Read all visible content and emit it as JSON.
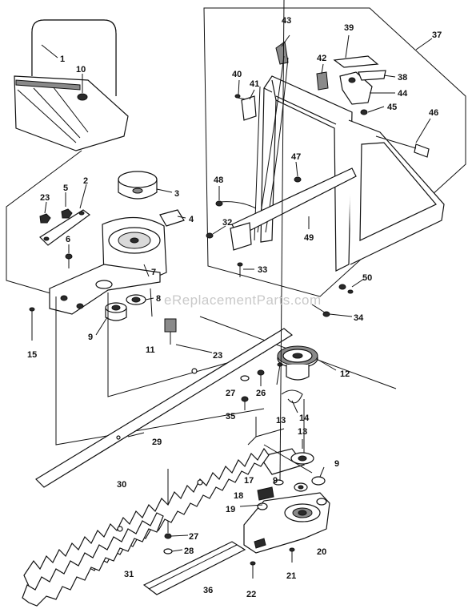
{
  "watermark": "eReplacementParts.com",
  "callouts": [
    {
      "id": "c1",
      "text": "1"
    },
    {
      "id": "c10",
      "text": "10"
    },
    {
      "id": "c2",
      "text": "2"
    },
    {
      "id": "c3",
      "text": "3"
    },
    {
      "id": "c4",
      "text": "4"
    },
    {
      "id": "c5",
      "text": "5"
    },
    {
      "id": "c23a",
      "text": "23"
    },
    {
      "id": "c6",
      "text": "6"
    },
    {
      "id": "c7",
      "text": "7"
    },
    {
      "id": "c8",
      "text": "8"
    },
    {
      "id": "c9a",
      "text": "9"
    },
    {
      "id": "c11",
      "text": "11"
    },
    {
      "id": "c15",
      "text": "15"
    },
    {
      "id": "c23b",
      "text": "23"
    },
    {
      "id": "c12",
      "text": "12"
    },
    {
      "id": "c27a",
      "text": "27"
    },
    {
      "id": "c26",
      "text": "26"
    },
    {
      "id": "c35",
      "text": "35"
    },
    {
      "id": "c13a",
      "text": "13"
    },
    {
      "id": "c14",
      "text": "14"
    },
    {
      "id": "c29",
      "text": "29"
    },
    {
      "id": "c13b",
      "text": "13"
    },
    {
      "id": "c9b",
      "text": "9"
    },
    {
      "id": "c17",
      "text": "17"
    },
    {
      "id": "c9c",
      "text": "9"
    },
    {
      "id": "c18",
      "text": "18"
    },
    {
      "id": "c19",
      "text": "19"
    },
    {
      "id": "c30",
      "text": "30"
    },
    {
      "id": "c27b",
      "text": "27"
    },
    {
      "id": "c28",
      "text": "28"
    },
    {
      "id": "c31",
      "text": "31"
    },
    {
      "id": "c20",
      "text": "20"
    },
    {
      "id": "c21",
      "text": "21"
    },
    {
      "id": "c36",
      "text": "36"
    },
    {
      "id": "c22",
      "text": "22"
    },
    {
      "id": "c43",
      "text": "43"
    },
    {
      "id": "c39",
      "text": "39"
    },
    {
      "id": "c37",
      "text": "37"
    },
    {
      "id": "c42",
      "text": "42"
    },
    {
      "id": "c40",
      "text": "40"
    },
    {
      "id": "c41",
      "text": "41"
    },
    {
      "id": "c38",
      "text": "38"
    },
    {
      "id": "c44",
      "text": "44"
    },
    {
      "id": "c45",
      "text": "45"
    },
    {
      "id": "c46",
      "text": "46"
    },
    {
      "id": "c47",
      "text": "47"
    },
    {
      "id": "c48",
      "text": "48"
    },
    {
      "id": "c32",
      "text": "32"
    },
    {
      "id": "c49",
      "text": "49"
    },
    {
      "id": "c33",
      "text": "33"
    },
    {
      "id": "c50",
      "text": "50"
    },
    {
      "id": "c34",
      "text": "34"
    }
  ]
}
